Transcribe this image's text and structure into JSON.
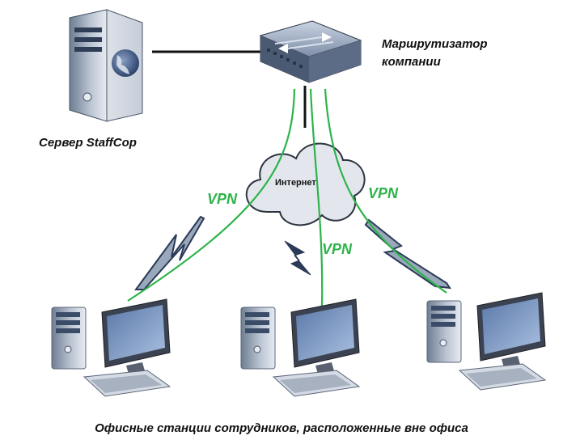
{
  "labels": {
    "server": "Сервер StaffCop",
    "router_line1": "Маршрутизатор",
    "router_line2": "компании",
    "cloud": "Интернет",
    "vpn_left": "VPN",
    "vpn_middle": "VPN",
    "vpn_right": "VPN",
    "bottom_caption": "Офисные станции сотрудников, расположенные вне офиса"
  },
  "colors": {
    "vpn_line": "#2db34a",
    "vpn_text": "#2db34a",
    "link_line": "#111111",
    "lightning_fill": "#9aa8bb",
    "lightning_stroke": "#2a3a57"
  },
  "icons": {
    "server": "server-globe-icon",
    "router": "network-switch-icon",
    "cloud": "cloud-icon",
    "workstation": "desktop-computer-icon",
    "bolt": "lightning-bolt-icon"
  }
}
